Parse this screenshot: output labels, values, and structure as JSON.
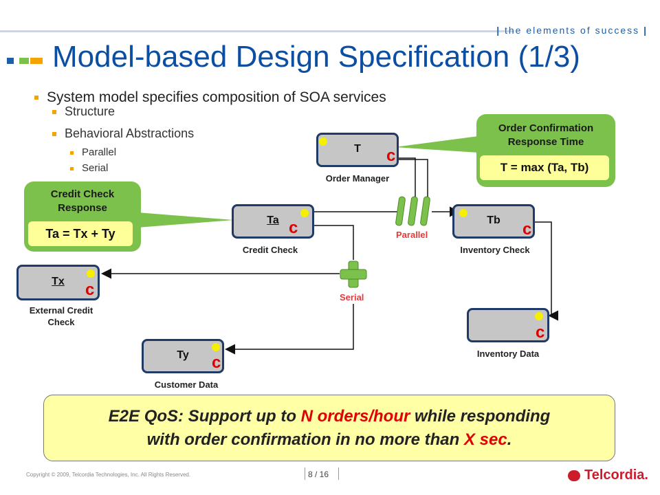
{
  "header": {
    "tagline": "the elements of success",
    "title": "Model-based Design Specification (1/3)"
  },
  "bullets": {
    "l1": "System model specifies composition of SOA services",
    "l2a": "Structure",
    "l2b": "Behavioral Abstractions",
    "l3a": "Parallel",
    "l3b": "Serial"
  },
  "services": {
    "order_manager": {
      "symbol": "T",
      "caption": "Order Manager"
    },
    "credit_check": {
      "symbol": "Ta",
      "caption": "Credit Check"
    },
    "inventory_check": {
      "symbol": "Tb",
      "caption": "Inventory Check"
    },
    "external_credit": {
      "symbol": "Tx",
      "caption_l1": "External Credit",
      "caption_l2": "Check"
    },
    "customer_data": {
      "symbol": "Ty",
      "caption": "Customer Data"
    },
    "inventory_data": {
      "symbol": "",
      "caption": "Inventory Data"
    }
  },
  "operators": {
    "parallel": "Parallel",
    "serial": "Serial"
  },
  "callouts": {
    "order_confirmation": {
      "title_l1": "Order Confirmation",
      "title_l2": "Response Time",
      "formula": "T = max (Ta, Tb)"
    },
    "credit_check": {
      "title_l1": "Credit Check",
      "title_l2": "Response",
      "formula": "Ta = Tx + Ty"
    }
  },
  "qos": {
    "p1": "E2E QoS: Support up to ",
    "p2": "N orders/hour",
    "p3": " while responding",
    "p4": "with order confirmation in no more than ",
    "p5": "X sec",
    "p6": "."
  },
  "footer": {
    "copyright": "Copyright © 2009, Telcordia Technologies, Inc. All Rights Reserved.",
    "page": "8 / 16",
    "logo": "Telcordia."
  },
  "colors": {
    "title_blue": "#0b4ea2",
    "box_border": "#1f3a66",
    "box_fill": "#c6c6c6",
    "callout_green": "#7cc14b",
    "formula_yellow": "#ffff99",
    "accent_red": "#e63a3a",
    "port_yellow": "#f5ef00"
  }
}
